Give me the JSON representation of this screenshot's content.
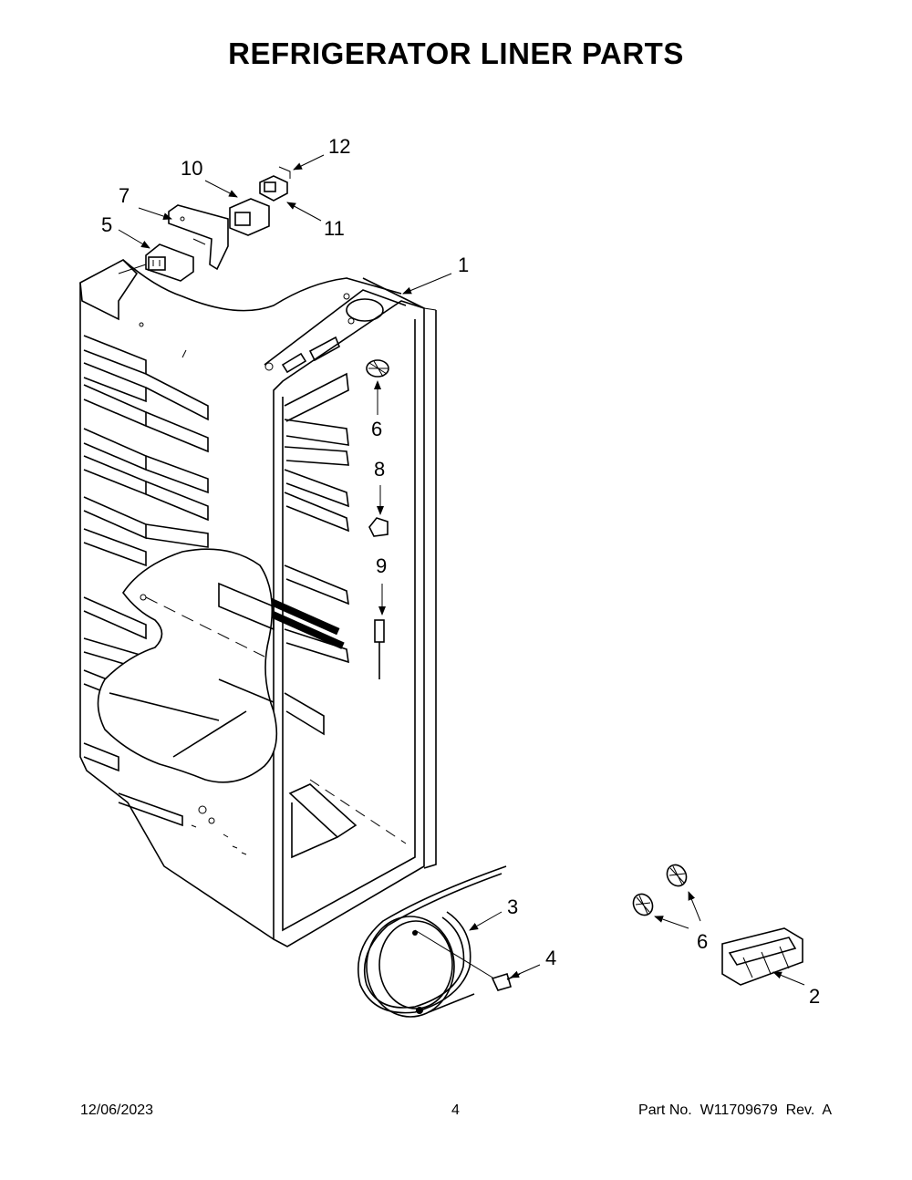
{
  "title": "REFRIGERATOR LINER PARTS",
  "callouts": {
    "c1": "1",
    "c2": "2",
    "c3": "3",
    "c4": "4",
    "c5": "5",
    "c6a": "6",
    "c6b": "6",
    "c7": "7",
    "c8": "8",
    "c9": "9",
    "c10": "10",
    "c11": "11",
    "c12": "12"
  },
  "footer": {
    "date": "12/06/2023",
    "page": "4",
    "part": "Part No.  W11709679  Rev.  A"
  }
}
